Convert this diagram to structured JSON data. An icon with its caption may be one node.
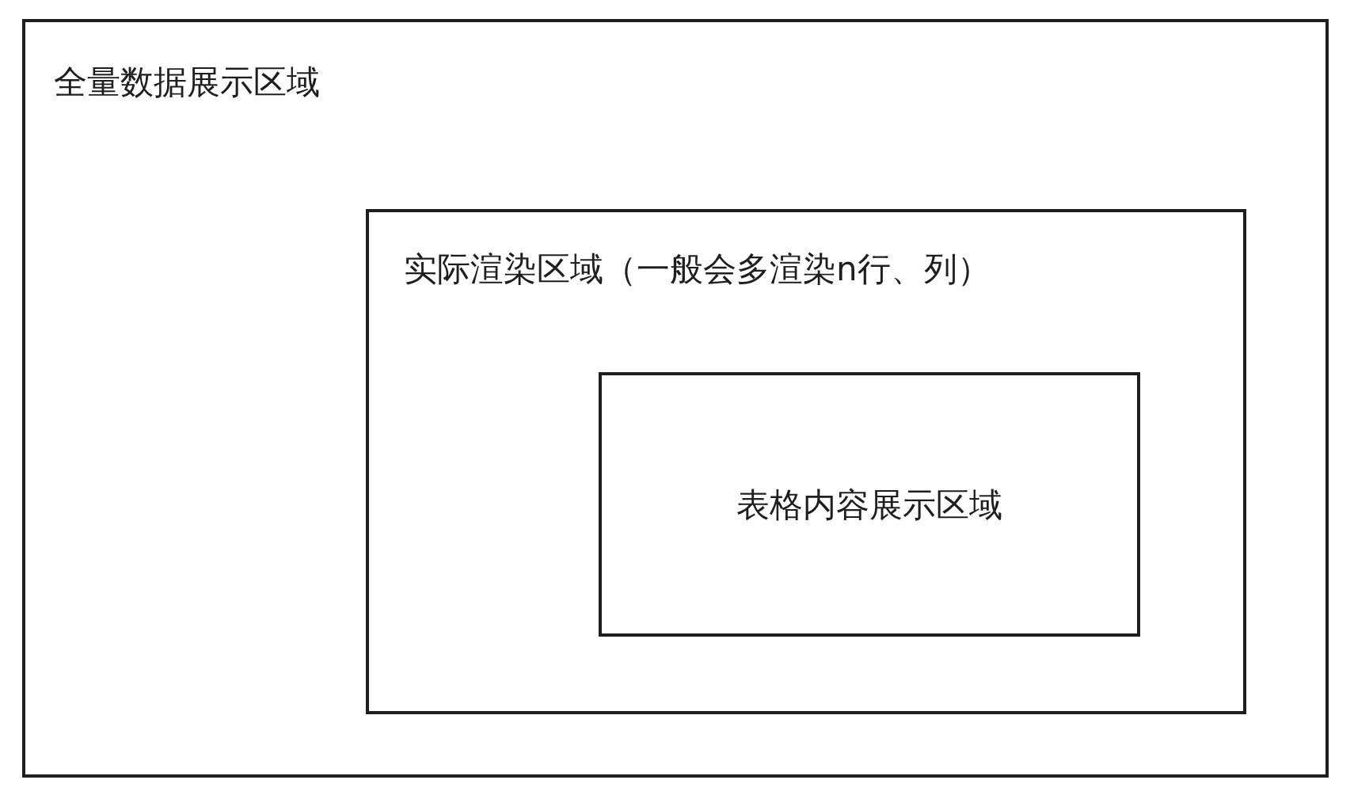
{
  "diagram": {
    "nodes": [
      {
        "text": [
          "全量数据展示区域"
        ]
      },
      {
        "text": [
          "实际渲染区域（一般会多渲染n行、列）"
        ],
        "in": 0
      },
      {
        "text": [
          "表格内容展示区域"
        ],
        "in": 1
      }
    ]
  }
}
